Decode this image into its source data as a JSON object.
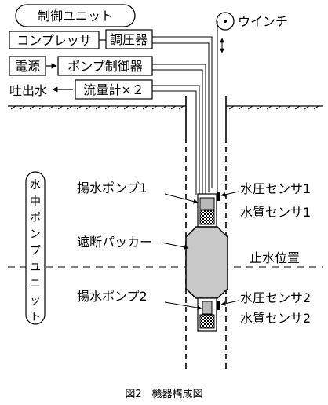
{
  "labels": {
    "control_unit": "制御ユニット",
    "compressor": "コンプレッサ",
    "pressure_regulator": "調圧器",
    "power": "電源",
    "pump_controller": "ポンプ制御器",
    "discharge": "吐出水",
    "flowmeter": "流量計×２",
    "winch": "ウインチ",
    "pump1": "揚水ポンプ1",
    "pressure_sensor1": "水圧センサ1",
    "quality_sensor1": "水質センサ1",
    "packer": "遮断パッカー",
    "water_stop": "止水位置",
    "pump2": "揚水ポンプ2",
    "pressure_sensor2": "水圧センサ2",
    "quality_sensor2": "水質センサ2",
    "submersible_unit": [
      "水",
      "中",
      "ポ",
      "ン",
      "プ",
      "ユ",
      "ニ",
      "ッ",
      "ト"
    ],
    "caption": "図2　機器構成図"
  }
}
